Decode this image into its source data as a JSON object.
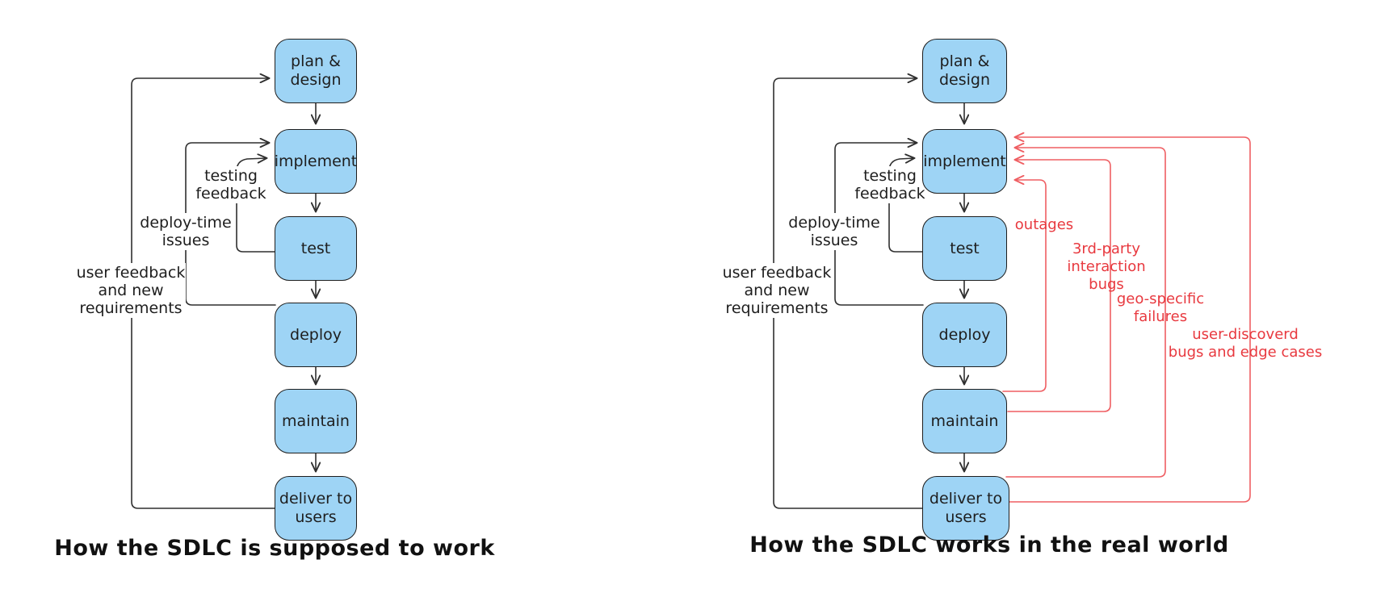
{
  "colors": {
    "background": "#ffffff",
    "node_fill": "#9ed4f5",
    "node_stroke": "#1e1e1e",
    "black_edge": "#2f2f2f",
    "red_edge": "#ef5e62",
    "red_text": "#e8393f",
    "text": "#1e1e1e"
  },
  "left": {
    "caption": "How the SDLC is supposed to work",
    "nodes": [
      {
        "id": "plan-design",
        "label": "plan &\ndesign"
      },
      {
        "id": "implement",
        "label": "implement"
      },
      {
        "id": "test",
        "label": "test"
      },
      {
        "id": "deploy",
        "label": "deploy"
      },
      {
        "id": "maintain",
        "label": "maintain"
      },
      {
        "id": "deliver",
        "label": "deliver to\nusers"
      }
    ],
    "edge_labels": {
      "testing_feedback": "testing\nfeedback",
      "deploy_time": "deploy-time\nissues",
      "user_feedback": "user feedback\nand new\nrequirements"
    },
    "edges": [
      {
        "from": "plan & design",
        "to": "implement"
      },
      {
        "from": "implement",
        "to": "test"
      },
      {
        "from": "test",
        "to": "deploy"
      },
      {
        "from": "deploy",
        "to": "maintain"
      },
      {
        "from": "maintain",
        "to": "deliver to users"
      },
      {
        "from": "test",
        "to": "implement",
        "label": "testing feedback"
      },
      {
        "from": "deploy",
        "to": "implement",
        "label": "deploy-time issues"
      },
      {
        "from": "deliver to users",
        "to": "plan & design",
        "label": "user feedback and new requirements"
      }
    ]
  },
  "right": {
    "caption": "How the SDLC works in the real world",
    "nodes": [
      {
        "id": "plan-design",
        "label": "plan &\ndesign"
      },
      {
        "id": "implement",
        "label": "implement"
      },
      {
        "id": "test",
        "label": "test"
      },
      {
        "id": "deploy",
        "label": "deploy"
      },
      {
        "id": "maintain",
        "label": "maintain"
      },
      {
        "id": "deliver",
        "label": "deliver to\nusers"
      }
    ],
    "edge_labels": {
      "testing_feedback": "testing\nfeedback",
      "deploy_time": "deploy-time\nissues",
      "user_feedback": "user feedback\nand new\nrequirements"
    },
    "failure_labels": {
      "outages": "outages",
      "third_party": "3rd-party\ninteraction\nbugs",
      "geo_specific": "geo-specific\nfailures",
      "user_discovered": "user-discoverd\nbugs and edge cases"
    },
    "edges": [
      {
        "from": "plan & design",
        "to": "implement"
      },
      {
        "from": "implement",
        "to": "test"
      },
      {
        "from": "test",
        "to": "deploy"
      },
      {
        "from": "deploy",
        "to": "maintain"
      },
      {
        "from": "maintain",
        "to": "deliver to users"
      },
      {
        "from": "test",
        "to": "implement",
        "label": "testing feedback"
      },
      {
        "from": "deploy",
        "to": "implement",
        "label": "deploy-time issues"
      },
      {
        "from": "deliver to users",
        "to": "plan & design",
        "label": "user feedback and new requirements"
      },
      {
        "from": "maintain",
        "to": "implement",
        "label": "outages",
        "color": "red"
      },
      {
        "from": "maintain",
        "to": "implement",
        "label": "3rd-party interaction bugs",
        "color": "red"
      },
      {
        "from": "deliver to users",
        "to": "implement",
        "label": "geo-specific failures",
        "color": "red"
      },
      {
        "from": "deliver to users",
        "to": "implement",
        "label": "user-discoverd bugs and edge cases",
        "color": "red"
      }
    ]
  }
}
